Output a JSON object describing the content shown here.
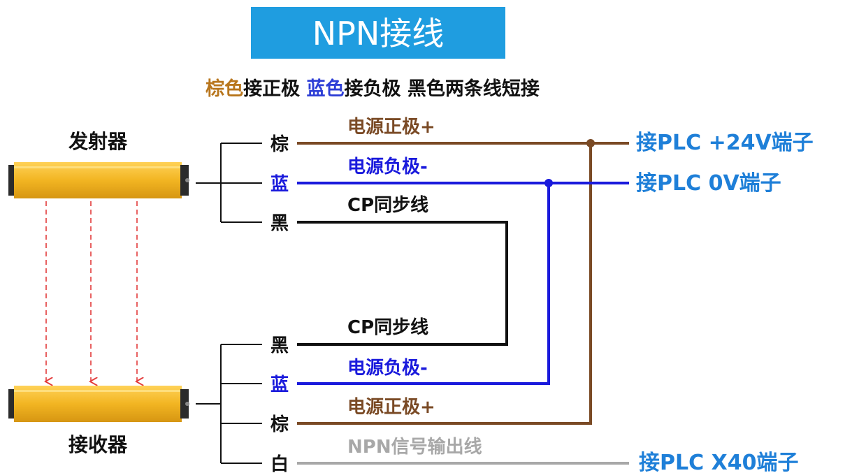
{
  "title": "NPN接线",
  "subtitle": {
    "brown_word": "棕色",
    "part1": "接正极 ",
    "blue_word": "蓝色",
    "part2": "接负极 黑色两条线短接"
  },
  "devices": {
    "emitter": "发射器",
    "receiver": "接收器"
  },
  "emitter_wires": {
    "brown": {
      "tag": "棕",
      "label": "电源正极+"
    },
    "blue": {
      "tag": "蓝",
      "label": "电源负极-"
    },
    "black": {
      "tag": "黑",
      "label": "CP同步线"
    }
  },
  "receiver_wires": {
    "black": {
      "tag": "黑",
      "label": "CP同步线"
    },
    "blue": {
      "tag": "蓝",
      "label": "电源负极-"
    },
    "brown": {
      "tag": "棕",
      "label": "电源正极+"
    },
    "white": {
      "tag": "白",
      "label": "NPN信号输出线"
    }
  },
  "terminals": {
    "plus24": "接PLC +24V端子",
    "zero": "接PLC 0V端子",
    "x40": "接PLC X40端子"
  },
  "colors": {
    "title_bg": "#1f9de0",
    "title_text": "#ffffff",
    "brown": "#7a4a25",
    "brown_text": "#b8761d",
    "blue": "#1a1adc",
    "blue_text": "#2e3fd6",
    "black": "#111111",
    "white_wire": "#a8a8a8",
    "terminal_text": "#1e7fd8",
    "sensor_yellow": "#f2b522",
    "sensor_dark": "#2b2b2b",
    "arrow_red": "#e33b3b"
  }
}
